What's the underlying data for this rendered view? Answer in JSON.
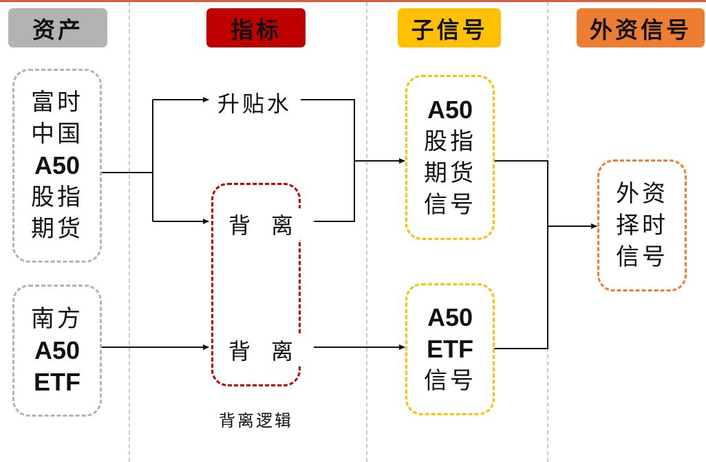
{
  "headers": {
    "asset": "资产",
    "indicator": "指标",
    "sub_signal": "子信号",
    "foreign_signal": "外资信号"
  },
  "header_colors": {
    "asset": "#b3b3b3",
    "indicator": "#c00000",
    "sub_signal": "#ffc000",
    "foreign_signal": "#ed7d31"
  },
  "assets": {
    "ftse": [
      "富时",
      "中国",
      "A50",
      "股指",
      "期货"
    ],
    "etf": [
      "南方",
      "A50",
      "ETF"
    ]
  },
  "indicators": {
    "basis": "升贴水",
    "divergence_1": "背离",
    "divergence_2": "背离",
    "divergence_caption": "背离逻辑"
  },
  "sub_signals": {
    "futures": [
      "A50",
      "股指",
      "期货",
      "信号"
    ],
    "etf": [
      "A50",
      "ETF",
      "信号"
    ]
  },
  "final": [
    "外资",
    "择时",
    "信号"
  ]
}
